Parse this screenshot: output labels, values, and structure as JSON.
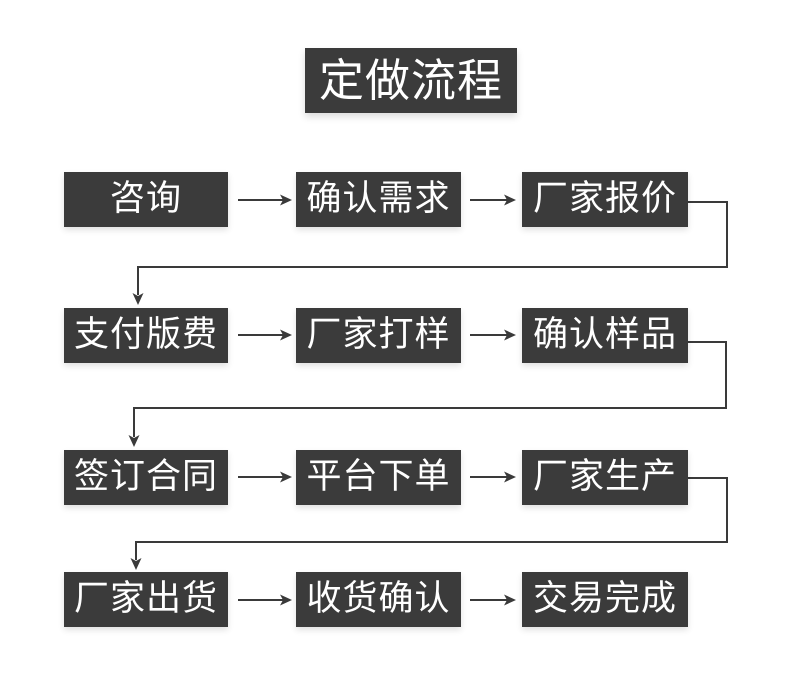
{
  "theme": {
    "background": "#ffffff",
    "box_color": "#3b3b3b",
    "box_text_color": "#ffffff",
    "line_color": "#3a3a3a"
  },
  "title": "定做流程",
  "flow": {
    "rows": [
      {
        "steps": [
          "咨询",
          "确认需求",
          "厂家报价"
        ]
      },
      {
        "steps": [
          "支付版费",
          "厂家打样",
          "确认样品"
        ]
      },
      {
        "steps": [
          "签订合同",
          "平台下单",
          "厂家生产"
        ]
      },
      {
        "steps": [
          "厂家出货",
          "收货确认",
          "交易完成"
        ]
      }
    ]
  }
}
